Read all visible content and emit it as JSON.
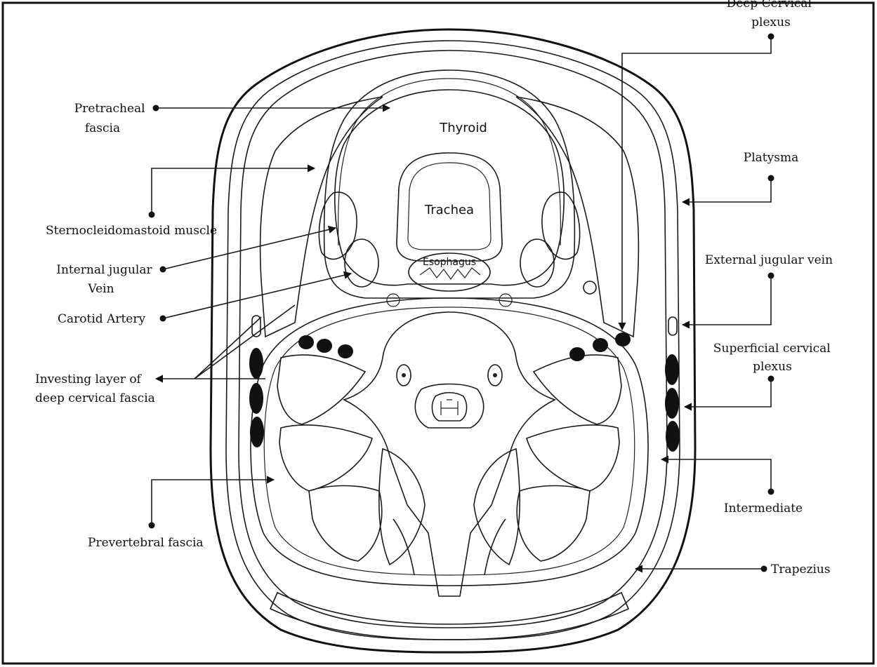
{
  "labels": {
    "deep_cervical_plexus": [
      "Deep Cervical",
      "plexus"
    ],
    "pretracheal_fascia": [
      "Pretracheal",
      "fascia"
    ],
    "sternocleidomastoid": [
      "Sternocleidomastoid muscle"
    ],
    "internal_jugular_vein": [
      "Internal jugular",
      "Vein"
    ],
    "carotid_artery": [
      "Carotid Artery"
    ],
    "investing_layer": [
      "Investing layer of",
      "deep cervical fascia"
    ],
    "prevertebral_fascia": [
      "Prevertebral fascia"
    ],
    "platysma": [
      "Platysma"
    ],
    "external_jugular_vein": [
      "External jugular vein"
    ],
    "superficial_cervical_plexus": [
      "Superficial cervical",
      "plexus"
    ],
    "intermediate": [
      "Intermediate"
    ],
    "trapezius": [
      "Trapezius"
    ]
  },
  "structures": {
    "thyroid": "Thyroid",
    "trachea": "Trachea",
    "esophagus": "Esophagus"
  },
  "colors": {
    "ink": "#111111",
    "background": "#ffffff"
  }
}
